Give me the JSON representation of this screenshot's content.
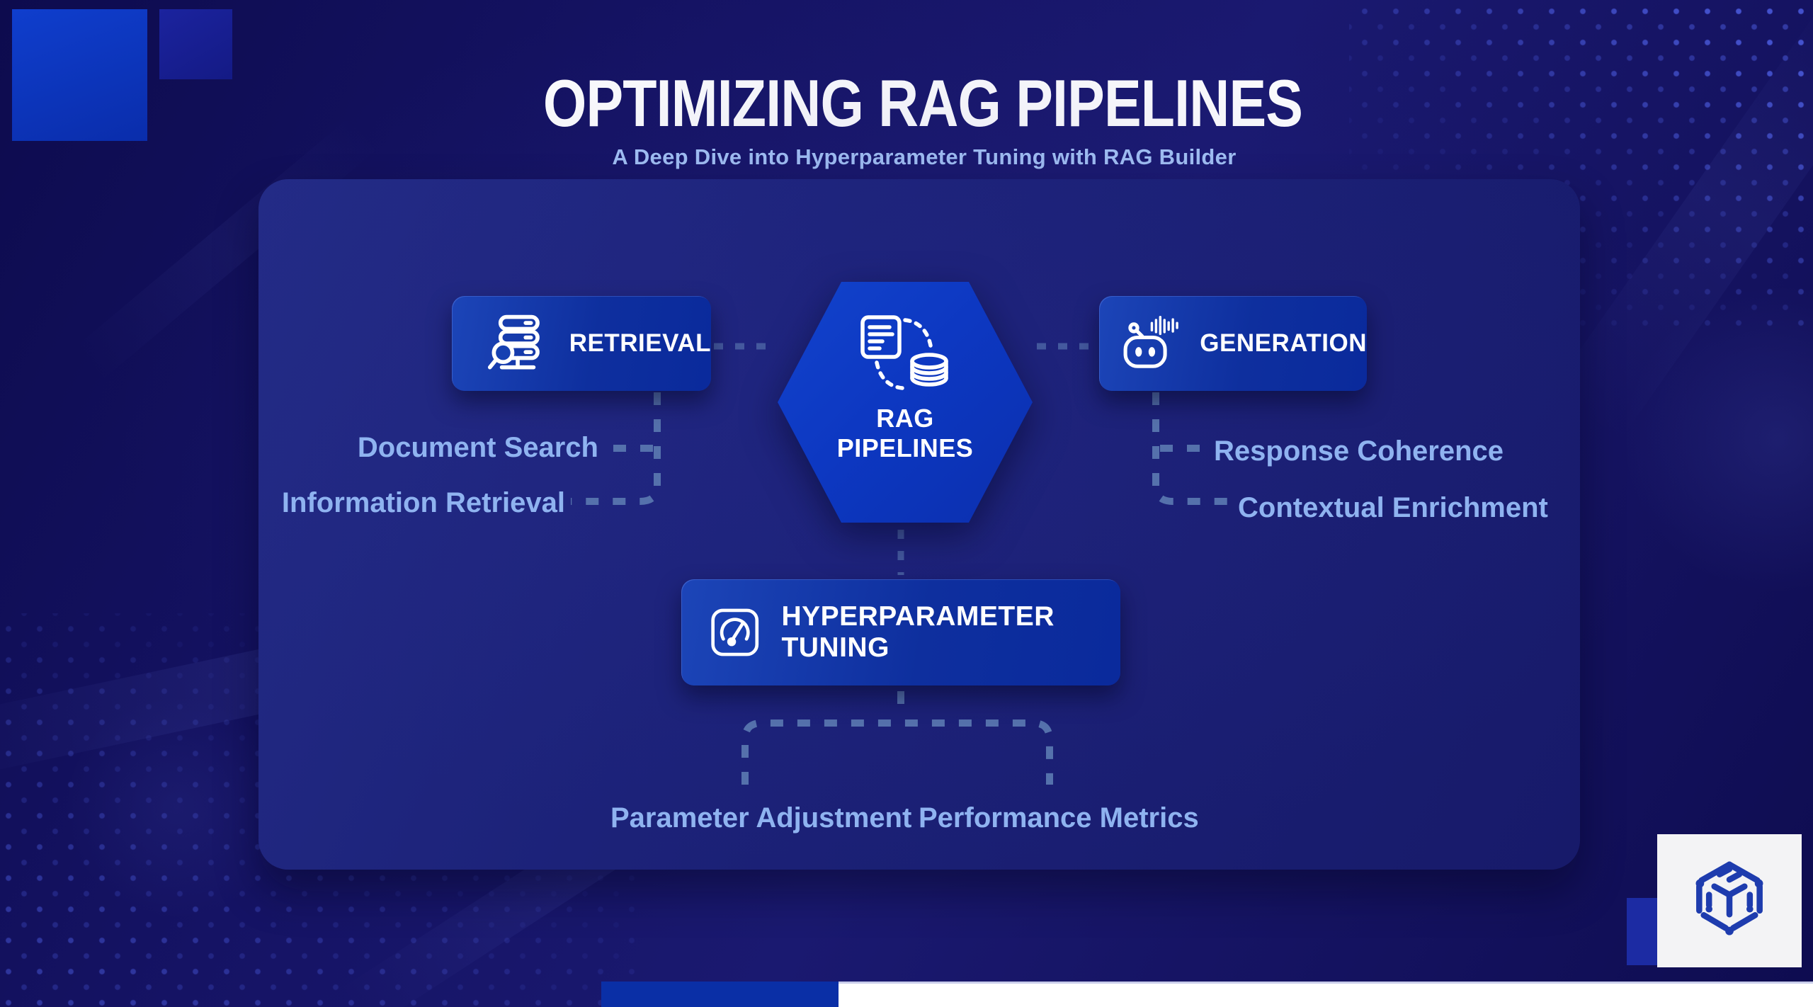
{
  "header": {
    "title": "OPTIMIZING RAG PIPELINES",
    "subtitle": "A Deep Dive into Hyperparameter Tuning with RAG Builder"
  },
  "diagram": {
    "center": {
      "icon": "document-database-sync-icon",
      "line1": "RAG",
      "line2": "PIPELINES"
    },
    "nodes": [
      {
        "id": "retrieval",
        "icon": "server-search-icon",
        "label": "RETRIEVAL",
        "children": [
          "Document Search",
          "Information Retrieval"
        ]
      },
      {
        "id": "generation",
        "icon": "robot-icon",
        "label": "GENERATION",
        "children": [
          "Response Coherence",
          "Contextual Enrichment"
        ]
      },
      {
        "id": "hyperparameter-tuning",
        "icon": "gauge-icon",
        "label": "HYPERPARAMETER TUNING",
        "children": [
          "Parameter Adjustment",
          "Performance Metrics"
        ]
      }
    ]
  },
  "branding": {
    "logo": "circuit-cube-logo"
  },
  "colors": {
    "bg": "#131164",
    "panel": "#1d2378",
    "accent": "#0d38c2",
    "box-grad-a": "#1c45b8",
    "box-grad-b": "#0a2a9c",
    "label-text": "#8fb3f0",
    "subtitle-text": "#a6c6f8",
    "title-text": "#ffffff",
    "dash": "#5571ac",
    "dash-dark": "#44599e",
    "bar-blue": "#0a2fa6",
    "bar-white": "#ffffff",
    "logo-blue": "#1e3cae",
    "logo-tile": "#f3f3f5"
  }
}
